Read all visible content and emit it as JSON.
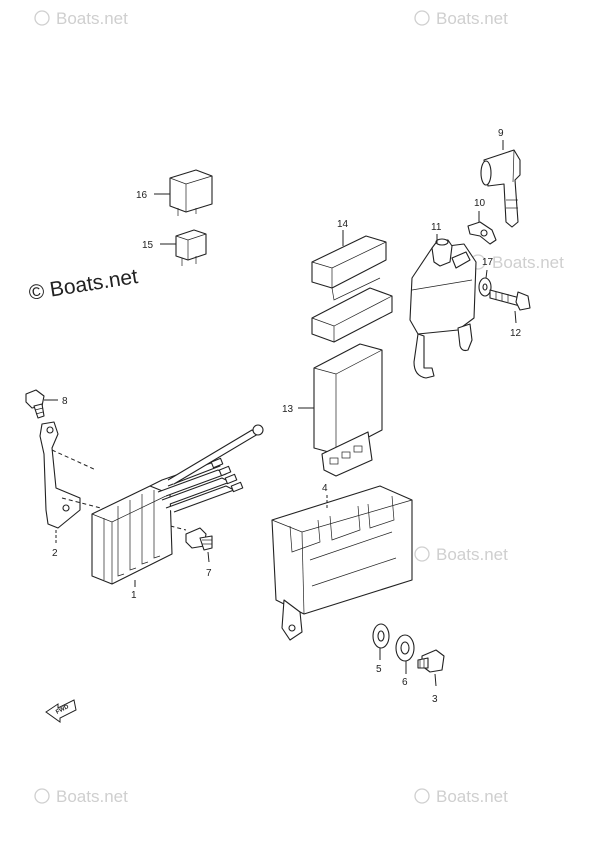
{
  "watermark": {
    "text": "Boats.net",
    "symbol": "©",
    "prominent": "© Boats.net"
  },
  "direction_marker": {
    "label": "FWD"
  },
  "callouts": {
    "c1": "1",
    "c2": "2",
    "c3": "3",
    "c4": "4",
    "c5": "5",
    "c6": "6",
    "c7": "7",
    "c8": "8",
    "c9": "9",
    "c10": "10",
    "c11": "11",
    "c12": "12",
    "c13": "13",
    "c14": "14",
    "c15": "15",
    "c16": "16",
    "c17": "17"
  }
}
